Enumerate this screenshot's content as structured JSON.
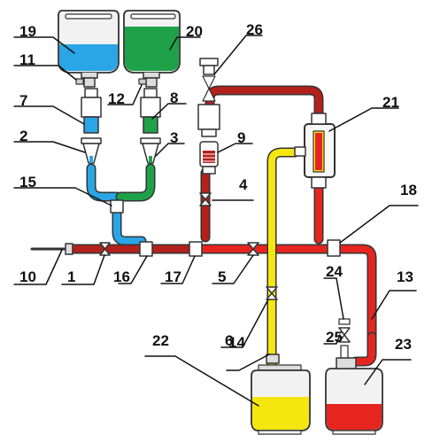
{
  "labels": {
    "l1": "1",
    "l2": "2",
    "l3": "3",
    "l4": "4",
    "l5": "5",
    "l6": "6",
    "l7": "7",
    "l8": "8",
    "l9": "9",
    "l10": "10",
    "l11": "11",
    "l12": "12",
    "l13": "13",
    "l14": "14",
    "l15": "15",
    "l16": "16",
    "l17": "17",
    "l18": "18",
    "l19": "19",
    "l20": "20",
    "l21": "21",
    "l22": "22",
    "l23": "23",
    "l24": "24",
    "l25": "25",
    "l26": "26"
  },
  "colors": {
    "blue": "#2aa5e6",
    "green": "#1fa14a",
    "red": "#e62521",
    "darkred": "#b3211c",
    "yellow": "#f6e60f",
    "outline": "#333333",
    "bag": "#f2f2f2"
  }
}
